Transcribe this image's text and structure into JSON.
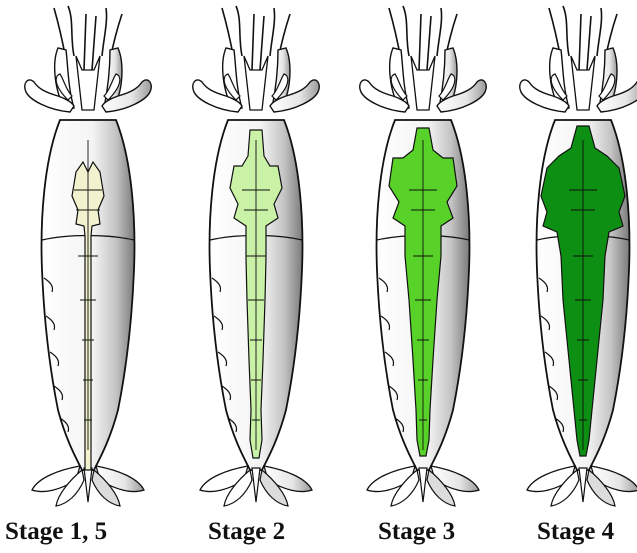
{
  "figure": {
    "stages": [
      {
        "label": "Stage 1, 5",
        "ovary_color": "#f2f2cf",
        "ovary_extent": "thin"
      },
      {
        "label": "Stage 2",
        "ovary_color": "#c9f2a6",
        "ovary_extent": "medium"
      },
      {
        "label": "Stage 3",
        "ovary_color": "#58d128",
        "ovary_extent": "large"
      },
      {
        "label": "Stage 4",
        "ovary_color": "#0d8f14",
        "ovary_extent": "full"
      }
    ],
    "body_color": "#ffffff",
    "shade_color": "#8f8f8f",
    "outline_color": "#111111"
  }
}
